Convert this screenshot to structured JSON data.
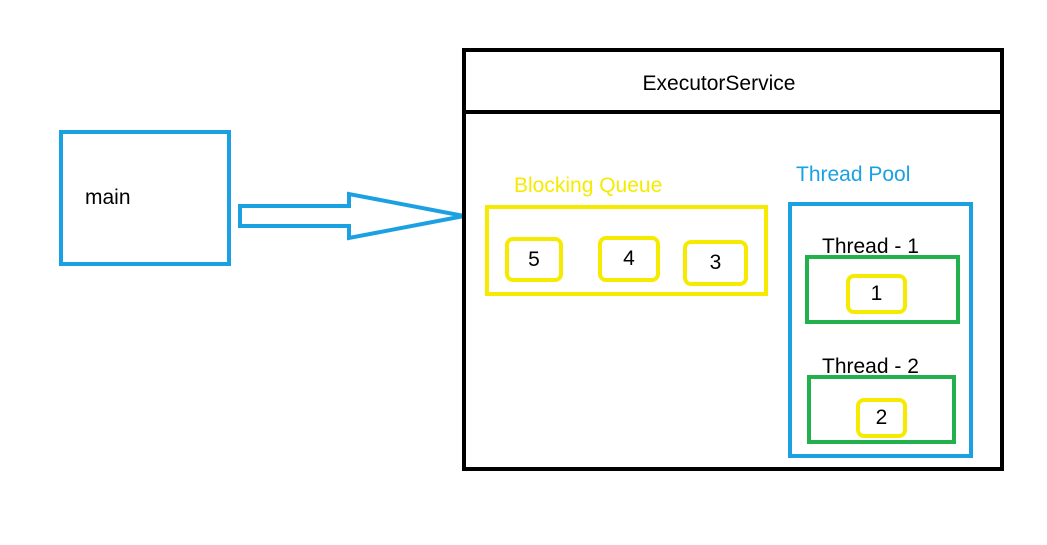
{
  "main": {
    "label": "main"
  },
  "executor": {
    "title": "ExecutorService"
  },
  "blocking_queue": {
    "label": "Blocking Queue",
    "tasks": [
      "5",
      "4",
      "3"
    ]
  },
  "thread_pool": {
    "label": "Thread Pool",
    "threads": [
      {
        "label": "Thread - 1",
        "task": "1"
      },
      {
        "label": "Thread - 2",
        "task": "2"
      }
    ]
  },
  "colors": {
    "blue": "#1ba1e2",
    "yellow": "#f6eb00",
    "green": "#22b14c",
    "black": "#000000"
  }
}
